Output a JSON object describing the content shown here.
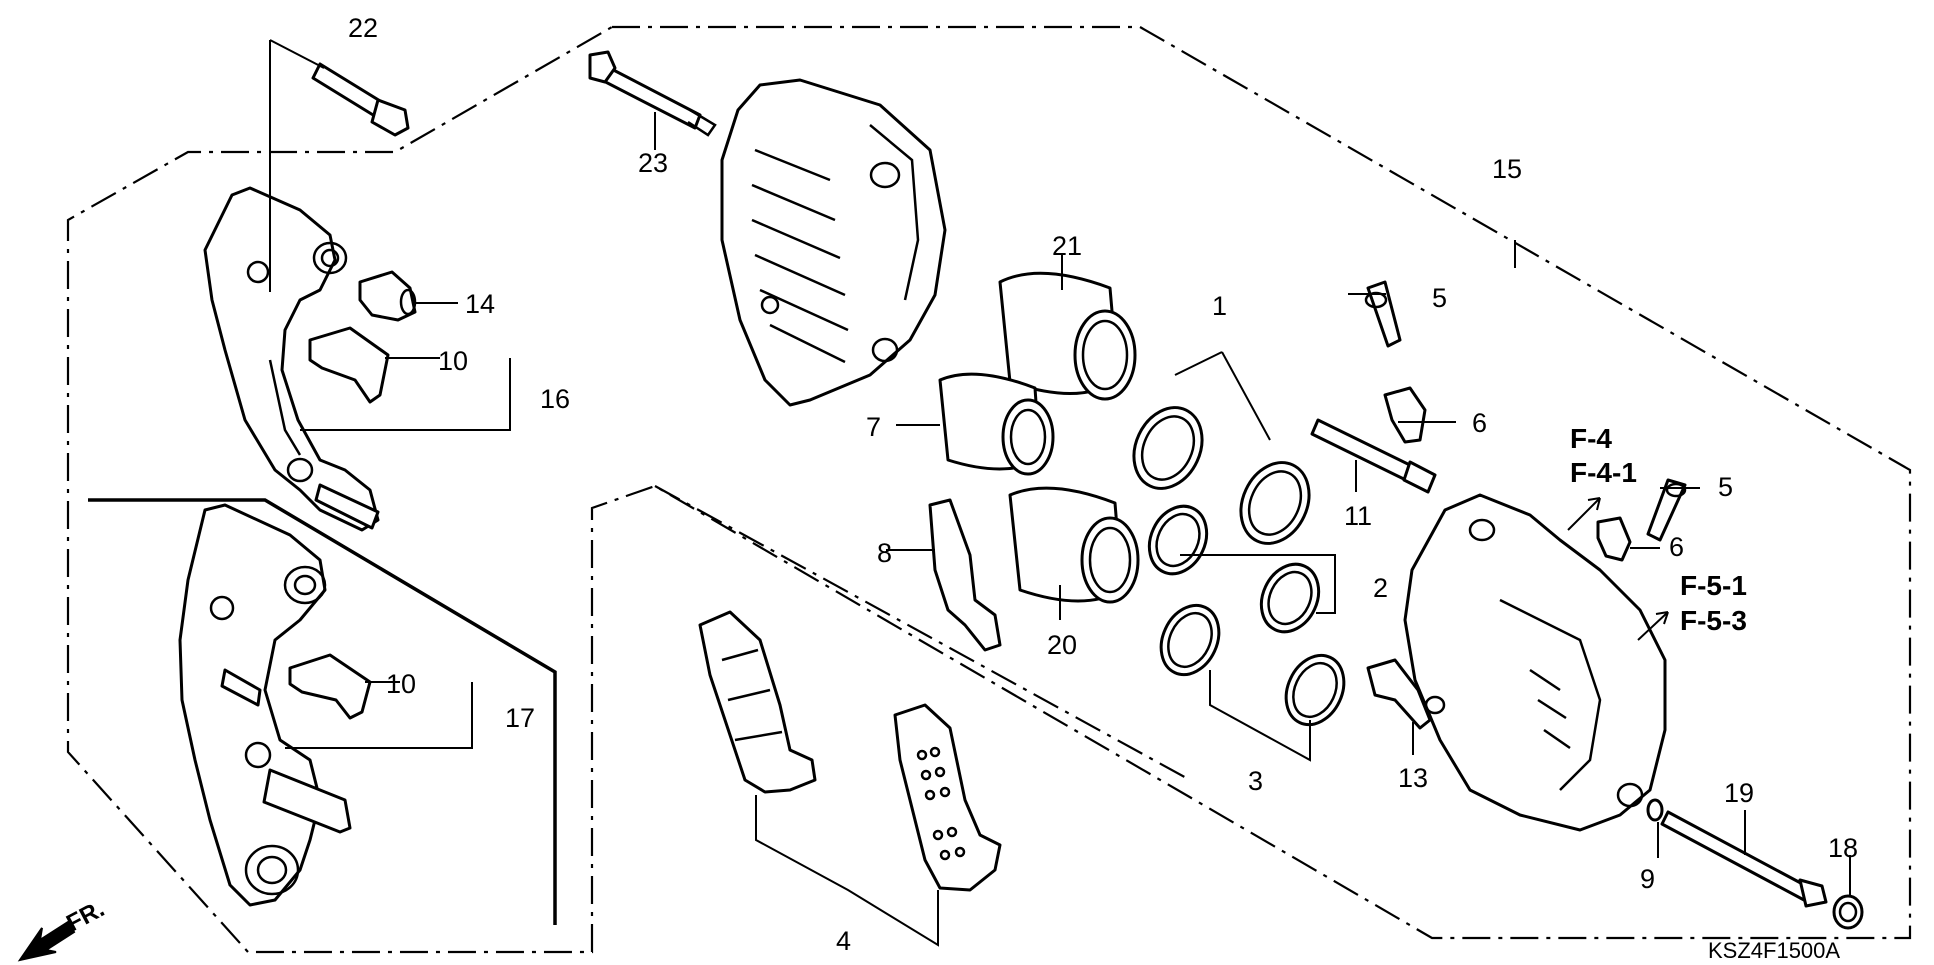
{
  "diagram": {
    "drawing_code": "KSZ4F1500A",
    "direction_label": "FR.",
    "part_numbers": [
      "1",
      "2",
      "3",
      "4",
      "5",
      "5",
      "6",
      "6",
      "7",
      "8",
      "9",
      "10",
      "10",
      "11",
      "13",
      "14",
      "15",
      "16",
      "17",
      "18",
      "19",
      "20",
      "21",
      "22",
      "23"
    ],
    "reference_labels": [
      "F-4",
      "F-4-1",
      "F-5-1",
      "F-5-3"
    ]
  }
}
